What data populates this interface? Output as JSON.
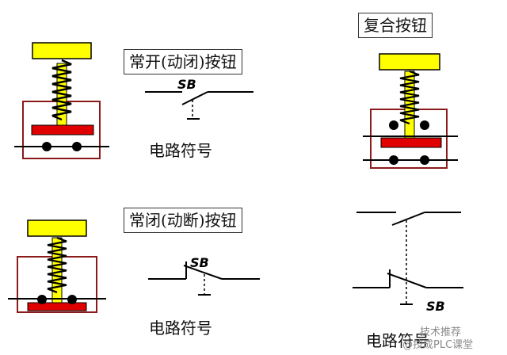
{
  "labels": {
    "no_button_title": "常开(动闭)按钮",
    "nc_button_title": "常闭(动断)按钮",
    "composite_button_title": "复合按钮",
    "circuit_symbol": "电路符号",
    "sb": "SB"
  },
  "watermark": {
    "line1": "技术推荐",
    "line2": "@技成PLC课堂"
  },
  "colors": {
    "cap": "#ffff00",
    "contact_bar": "#e00000",
    "housing_border": "#8b1a1a",
    "line": "#000000"
  }
}
